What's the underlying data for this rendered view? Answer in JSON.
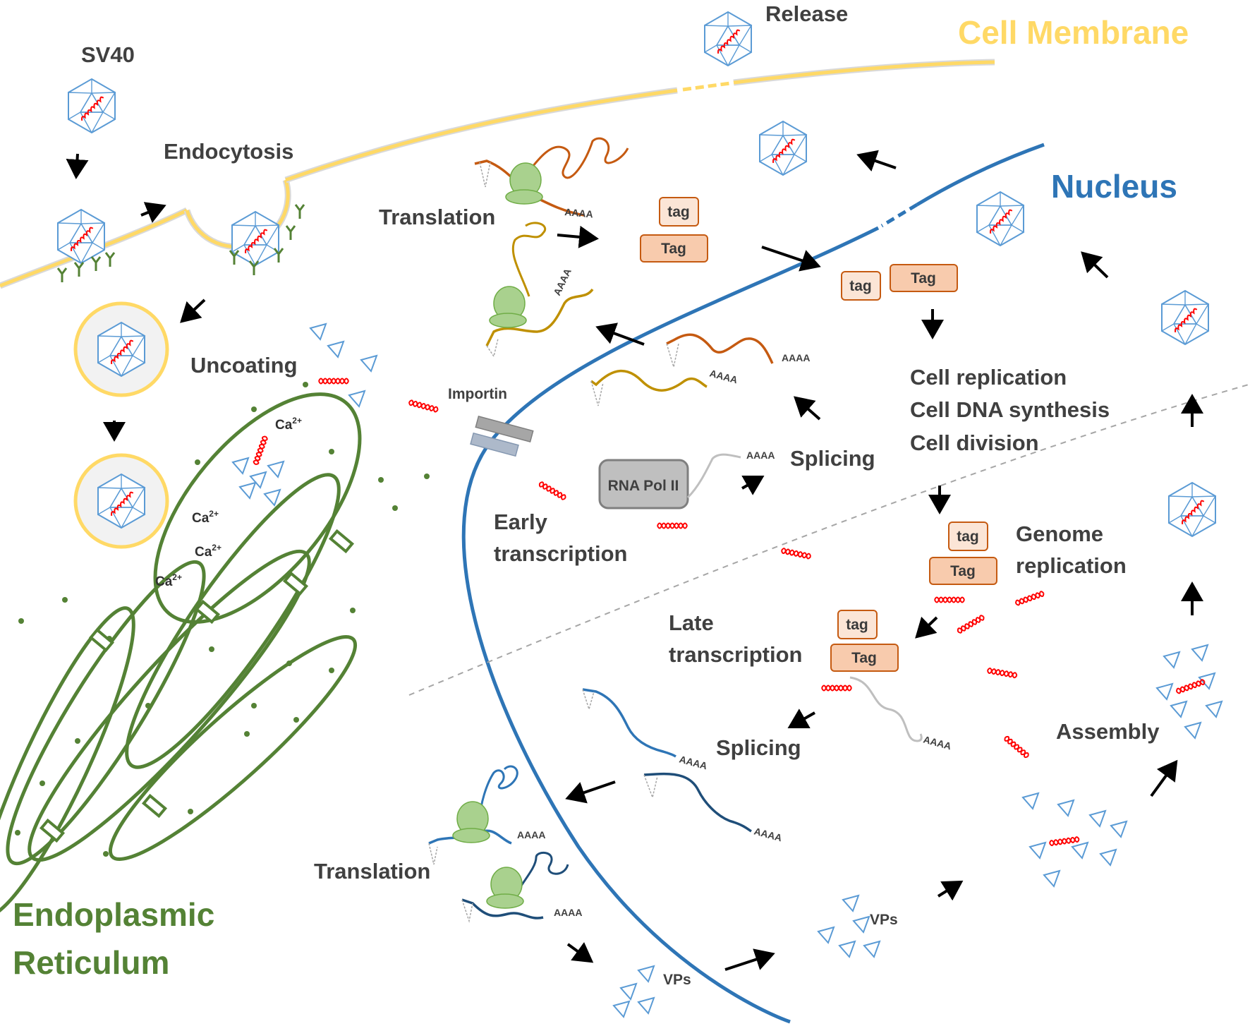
{
  "labels": {
    "sv40": "SV40",
    "release": "Release",
    "cell_membrane": "Cell Membrane",
    "endocytosis": "Endocytosis",
    "nucleus": "Nucleus",
    "translation_top": "Translation",
    "uncoating": "Uncoating",
    "importin": "Importin",
    "splicing_early": "Splicing",
    "rna_pol": "RNA Pol II",
    "early_transcription_1": "Early",
    "early_transcription_2": "transcription",
    "cell_replication": "Cell replication",
    "cell_dna_synthesis": "Cell DNA synthesis",
    "cell_division": "Cell division",
    "genome_replication_1": "Genome",
    "genome_replication_2": "replication",
    "late_transcription_1": "Late",
    "late_transcription_2": "transcription",
    "splicing_late": "Splicing",
    "assembly": "Assembly",
    "translation_bottom": "Translation",
    "vps_1": "VPs",
    "vps_2": "VPs",
    "er_1": "Endoplasmic",
    "er_2": "Reticulum",
    "ca": "Ca",
    "ca_charge": "2+",
    "polya": "AAAA",
    "tag_small": "tag",
    "tag_large": "Tag"
  },
  "colors": {
    "membrane": "#ffd966",
    "nucleus": "#2e75b6",
    "er": "#548235",
    "dna": "#ff0000",
    "capsid": "#5b9bd5",
    "ribosome": "#a9d18e",
    "tag_small_fill": "#fbe5d6",
    "tag_large_fill": "#f8cbad"
  }
}
